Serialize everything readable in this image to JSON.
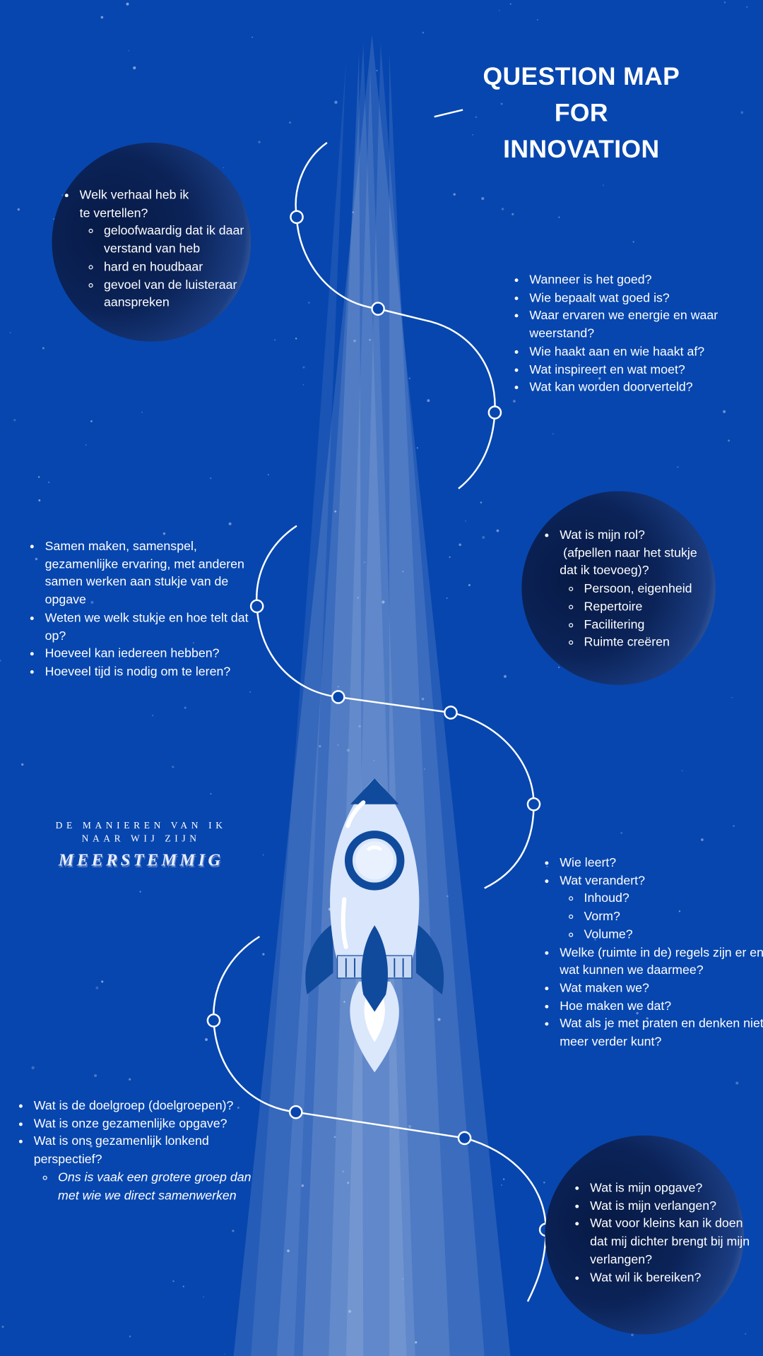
{
  "title": {
    "line1": "QUESTION MAP",
    "line2": "FOR",
    "line3": "INNOVATION"
  },
  "tagline": {
    "line1": "DE MANIEREN VAN IK",
    "line2": "NAAR WIJ ZIJN",
    "emphasis": "MEERSTEMMIG"
  },
  "colors": {
    "background": "#0746ae",
    "planet": "#0b2358",
    "path": "#ffffff",
    "rocket": "#d9e6fb",
    "rocket_accent": "#0f4a9e"
  },
  "sections": {
    "story": {
      "q1a": "Welk verhaal heb ik",
      "q1b": "te vertellen?",
      "subs": [
        "geloofwaardig dat ik daar verstand van heb",
        "hard en houdbaar",
        "gevoel van de luisteraar aanspreken"
      ]
    },
    "quality": {
      "items": [
        "Wanneer is het goed?",
        "Wie bepaalt wat goed is?",
        "Waar ervaren we energie en waar weerstand?",
        "Wie haakt aan en wie haakt af?",
        "Wat inspireert en wat moet?",
        "Wat kan worden doorverteld?"
      ]
    },
    "role": {
      "q1a": "Wat is mijn rol?",
      "q1b": "(afpellen naar het stukje",
      "q1c": "dat ik toevoeg)?",
      "subs": [
        "Persoon, eigenheid",
        "Repertoire",
        "Facilitering",
        "Ruimte creëren"
      ]
    },
    "together": {
      "items": [
        "Samen maken, samenspel, gezamenlijke ervaring, met anderen samen werken aan stukje van de opgave",
        "Weten we welk stukje en hoe telt dat op?",
        "Hoeveel kan iedereen hebben?",
        "Hoeveel tijd is nodig om te leren?"
      ]
    },
    "learning": {
      "q1": "Wie leert?",
      "q2": "Wat verandert?",
      "subs": [
        "Inhoud?",
        "Vorm?",
        "Volume?"
      ],
      "rest": [
        "Welke  (ruimte in de) regels zijn er en wat kunnen we daarmee?",
        "Wat maken we?",
        "Hoe maken we dat?",
        "Wat als je met praten en denken niet meer verder kunt?"
      ]
    },
    "audience": {
      "items": [
        "Wat is de doelgroep (doelgroepen)?",
        "Wat is onze gezamenlijke opgave?",
        "Wat is ons gezamenlijk lonkend perspectief?"
      ],
      "sub": "Ons is vaak een grotere groep dan met wie we direct samenwerken"
    },
    "self": {
      "items": [
        "Wat is mijn opgave?",
        "Wat is mijn verlangen?",
        "Wat voor kleins kan ik doen dat mij dichter brengt bij mijn verlangen?",
        "Wat wil ik bereiken?"
      ]
    }
  }
}
